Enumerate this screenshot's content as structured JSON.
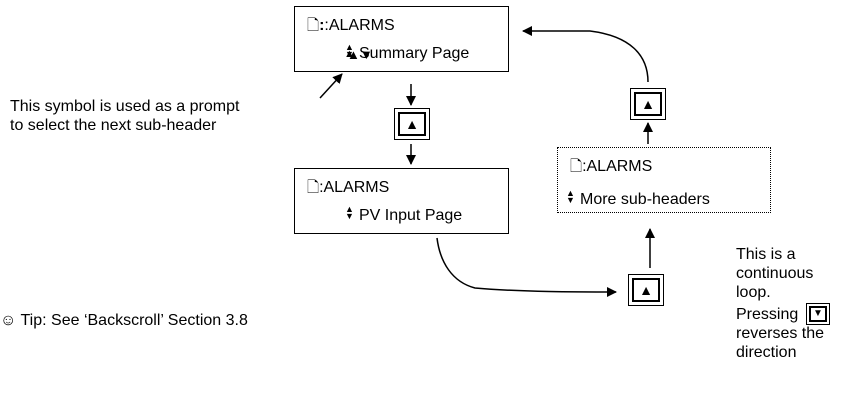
{
  "box1": {
    "header_icon": "page-icon",
    "header": ":ALARMS",
    "updown_glyph": "♦",
    "subheader": "Summary Page"
  },
  "box2": {
    "header_icon": "page-icon",
    "header": ":ALARMS",
    "updown_glyph": "♦",
    "subheader": "PV Input Page"
  },
  "box3": {
    "header_icon": "page-icon",
    "header": ":ALARMS",
    "updown_glyph": "♦",
    "subheader": "More sub-headers"
  },
  "key_up_glyph": "▲",
  "key_down_glyph": "▼",
  "annotation_prompt": {
    "line1": "This symbol is used as a prompt",
    "line2": "to select the next sub-header"
  },
  "tip": {
    "icon": "smiley-icon",
    "text": "Tip:  See ‘Backscroll’ Section 3.8"
  },
  "loop_note": {
    "line1": "This is a",
    "line2": "continuous",
    "line3": "loop.",
    "line4": "Pressing",
    "line5": "reverses the",
    "line6": "direction"
  }
}
